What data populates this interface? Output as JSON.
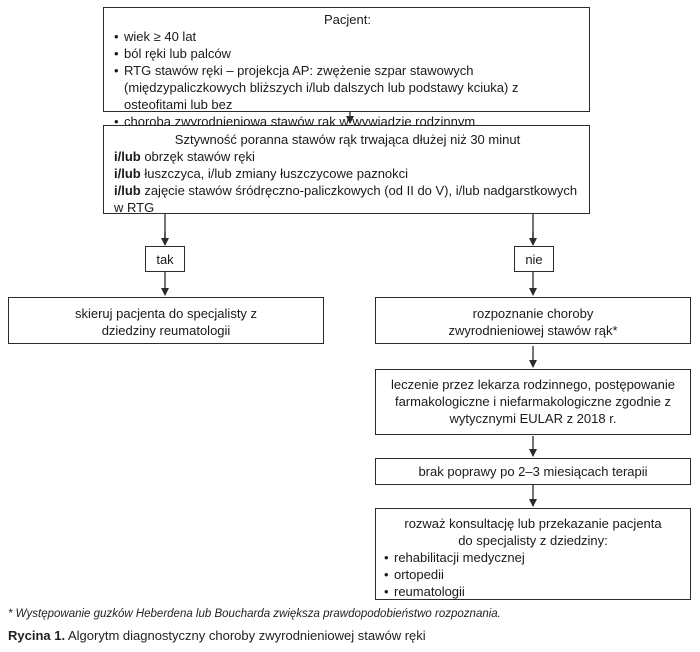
{
  "patient_box": {
    "title": "Pacjent:",
    "items": [
      "wiek ≥ 40 lat",
      "ból ręki lub palców",
      "RTG stawów ręki – projekcja AP: zwężenie szpar stawowych (międzypaliczkowych bliższych i/lub dalszych lub podstawy kciuka) z osteofitami lub bez",
      "choroba zwyrodnieniowa stawów rąk w wywiadzie rodzinnym"
    ]
  },
  "criteria_box": {
    "line1": "Sztywność poranna stawów rąk trwająca dłużej niż 30 minut",
    "rows": [
      {
        "conj": "i/lub",
        "text": " obrzęk stawów ręki"
      },
      {
        "conj": "i/lub",
        "text": " łuszczyca, i/lub zmiany łuszczycowe paznokci"
      },
      {
        "conj": "i/lub",
        "text": " zajęcie stawów śródręczno-paliczkowych (od II do V), i/lub nadgarstkowych w RTG"
      }
    ]
  },
  "yes_label": "tak",
  "no_label": "nie",
  "refer_box": "skieruj pacjenta do specjalisty z dziedziny reumatologii",
  "diagnosis_box": "rozpoznanie choroby zwyrodnieniowej stawów rąk*",
  "treatment_box": "leczenie przez lekarza rodzinnego, postępowanie farmakologiczne i niefarmakologiczne zgodnie z wytycznymi EULAR z 2018 r.",
  "no_improvement_box": "brak poprawy po 2–3 miesiącach terapii",
  "consult_box": {
    "title": "rozważ konsultację lub przekazanie pacjenta do specjalisty z dziedziny:",
    "items": [
      "rehabilitacji medycznej",
      "ortopedii",
      "reumatologii"
    ]
  },
  "footnote": "* Występowanie guzków Heberdena lub Boucharda zwiększa prawdopodobieństwo rozpoznania.",
  "caption": {
    "label": "Rycina 1.",
    "text": " Algorytm diagnostyczny choroby zwyrodnieniowej stawów ręki"
  }
}
